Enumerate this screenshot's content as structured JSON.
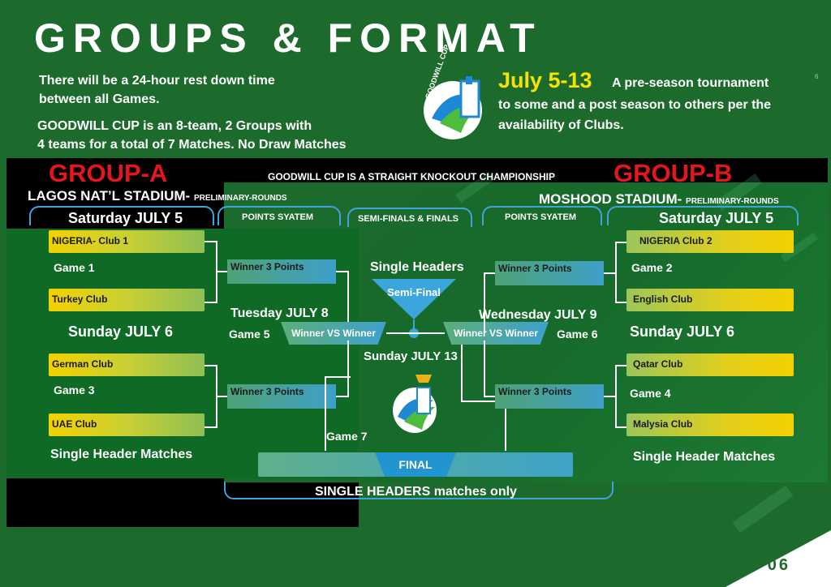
{
  "header": {
    "title": "GROUPS & FORMAT",
    "rest_line1": "There will be a 24-hour rest down time",
    "rest_line2": "between all Games.",
    "format_line1": "GOODWILL CUP  is an 8-team,  2 Groups with",
    "format_line2": "4 teams for a total of 7 Matches.  No Draw Matches",
    "dates": "July 5-13",
    "tagline1": "A pre-season tournament",
    "tagline2": "to some and a post season to others per the",
    "tagline3": "availability of Clubs.",
    "corner_num": "6",
    "logo_text": "GOODWILL CUP"
  },
  "group_a": {
    "title": "GROUP-A",
    "stadium": "LAGOS NAT’L  STADIUM-",
    "stadium_sub": "PRELIMINARY-ROUNDS",
    "date1": "Saturday JULY 5",
    "points_label": "POINTS SYATEM",
    "club1": "NIGERIA- Club  1",
    "game1": "Game 1",
    "club2": "Turkey Club",
    "sunday": "Sunday JULY 6",
    "club3": "German Club",
    "game3": "Game 3",
    "club4": "UAE Club",
    "single": "Single  Header Matches",
    "winner1": "Winner 3 Points",
    "winner2": "Winner  3 Points",
    "semi_date": "Tuesday  JULY 8",
    "semi_game": "Game 5",
    "vs": "Winner VS Winner"
  },
  "group_b": {
    "title": "GROUP-B",
    "stadium": "MOSHOOD STADIUM-",
    "stadium_sub": "PRELIMINARY-ROUNDS",
    "date1": "Saturday JULY 5",
    "points_label": "POINTS SYATEM",
    "club1": "NIGERIA Club 2",
    "game2": "Game 2",
    "club2": "English Club",
    "sunday": "Sunday JULY 6",
    "club3": "Qatar Club",
    "game4": "Game 4",
    "club4": "Malysia Club",
    "single": "Single  Header Matches",
    "winner1": "Winner 3 Points",
    "winner2": "Winner 3 Points",
    "semi_date": "Wednesday JULY 9",
    "semi_game": "Game 6",
    "vs": "Winner VS Winner"
  },
  "center": {
    "knockout_note": "GOODWILL CUP IS A STRAIGHT KNOCKOUT CHAMPIONSHIP",
    "semis_finals_label": "SEMI-FINALS & FINALS",
    "single_headers": "Single Headers",
    "semi_final": "Semi-Final",
    "final_date": "Sunday JULY 13",
    "game7": "Game 7",
    "final": "FINAL",
    "footer": "SINGLE HEADERS matches only"
  },
  "page": {
    "number": "06"
  },
  "colors": {
    "background": "#1d6b2c",
    "group_title": "#e3161d",
    "date_highlight": "#f5e400",
    "accent_blue": "#3fa4d8"
  }
}
